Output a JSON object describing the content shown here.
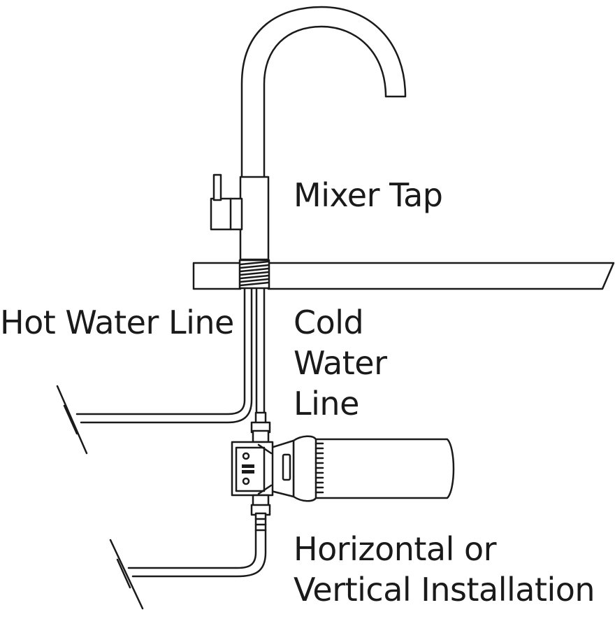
{
  "labels": {
    "mixer_tap": "Mixer Tap",
    "hot_water_line": "Hot Water Line",
    "cold_water_line": [
      "Cold",
      "Water",
      "Line"
    ],
    "installation": [
      "Horizontal or",
      "Vertical Installation"
    ]
  },
  "colors": {
    "line": "#1a1a1a",
    "background": "#ffffff"
  }
}
